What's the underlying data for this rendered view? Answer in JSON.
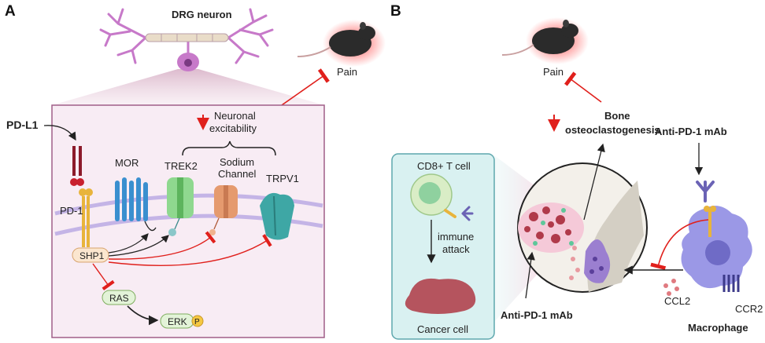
{
  "panelA": {
    "letter": "A",
    "neuron_title": "DRG neuron",
    "pain": "Pain",
    "pdl1": "PD-L1",
    "pd1": "PD-1",
    "mor": "MOR",
    "trek2": "TREK2",
    "sodium1": "Sodium",
    "sodium2": "Channel",
    "trpv1": "TRPV1",
    "exc1": "Neuronal",
    "exc2": "excitability",
    "shp1": "SHP1",
    "ras": "RAS",
    "erk": "ERK",
    "p": "P"
  },
  "panelB": {
    "letter": "B",
    "pain": "Pain",
    "bone1": "Bone",
    "bone2": "osteoclastogenesis",
    "antipd1_top": "Anti-PD-1 mAb",
    "antipd1_bottom": "Anti-PD-1 mAb",
    "cd8": "CD8+ T cell",
    "immune1": "immune",
    "immune2": "attack",
    "cancer": "Cancer cell",
    "ccl2": "CCL2",
    "ccr2": "CCR2",
    "macrophage": "Macrophage"
  },
  "colors": {
    "inhibit": "#e0201c",
    "panelA_box": "#f8ecf4",
    "panelA_border": "#a05e88",
    "panelB_box": "#d9f1f1",
    "panelB_border": "#5ea7ad",
    "neuron": "#c779c9",
    "pd1": "#e8b43c",
    "mor": "#3a8fcf",
    "trek2": "#7fd27f",
    "sodium": "#e59a6e",
    "trpv1": "#3ea7a5",
    "macrophage": "#9b98e6"
  }
}
